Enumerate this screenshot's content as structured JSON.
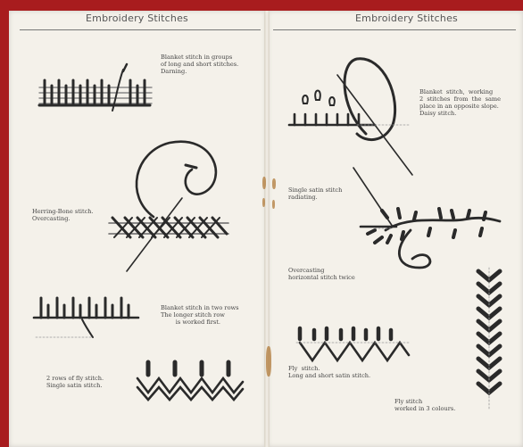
{
  "left_page": {
    "header": "Embroidery Stitches",
    "captions": [
      "Blanket stitch in groups\nof long and short stitches.\nDarning.",
      "Herring-Bone stitch.\nOvercasting.",
      "Blanket stitch in two rows\nThe longer stitch row\n        is worked first.",
      "2 rows of fly stitch.\nSingle satin stitch."
    ],
    "illustrations": [
      "blanket-darning-sample",
      "herring-bone-sample",
      "two-row-blanket-sample",
      "fly-satin-sample"
    ]
  },
  "right_page": {
    "header": "Embroidery Stitches",
    "captions": [
      "Blanket  stitch,  working\n2  stitches  from  the  same\nplace in an opposite slope.\nDaisy stitch.",
      "Single satin stitch\nradiating.",
      "Overcasting\nhorizontal stitch twice",
      "Fly  stitch.\nLong and short satin stitch.",
      "Fly stitch\nworked in 3 colours."
    ],
    "illustrations": [
      "daisy-blanket-sample",
      "radiating-satin-sample",
      "overcast-vine-sample",
      "fly-long-short-sample",
      "chevron-fly-sample"
    ]
  }
}
